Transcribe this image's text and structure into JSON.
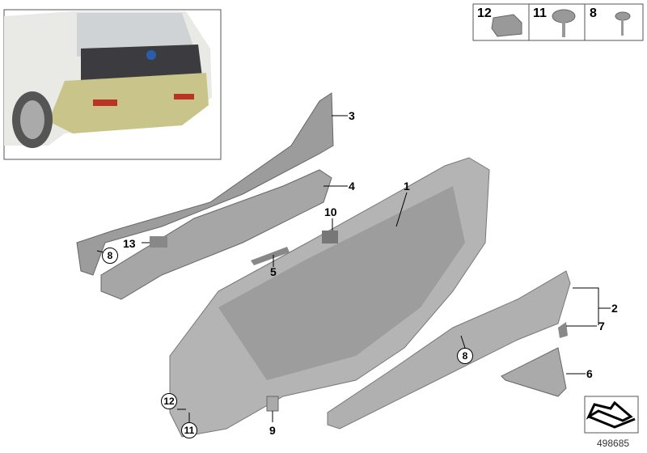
{
  "legend": [
    {
      "number": "12",
      "icon": "clip-nut-icon"
    },
    {
      "number": "11",
      "icon": "flange-screw-icon"
    },
    {
      "number": "8",
      "icon": "screw-icon"
    }
  ],
  "callouts": {
    "p1": "1",
    "p2": "2",
    "p3": "3",
    "p4": "4",
    "p5": "5",
    "p6": "6",
    "p7": "7",
    "p8a": "8",
    "p8b": "8",
    "p9": "9",
    "p10": "10",
    "p11": "11",
    "p12": "12",
    "p13": "13"
  },
  "diagram_number": "498685",
  "colors": {
    "part_gray": "#a8a8a8",
    "car_body": "#c9c58a",
    "line": "#000000"
  }
}
